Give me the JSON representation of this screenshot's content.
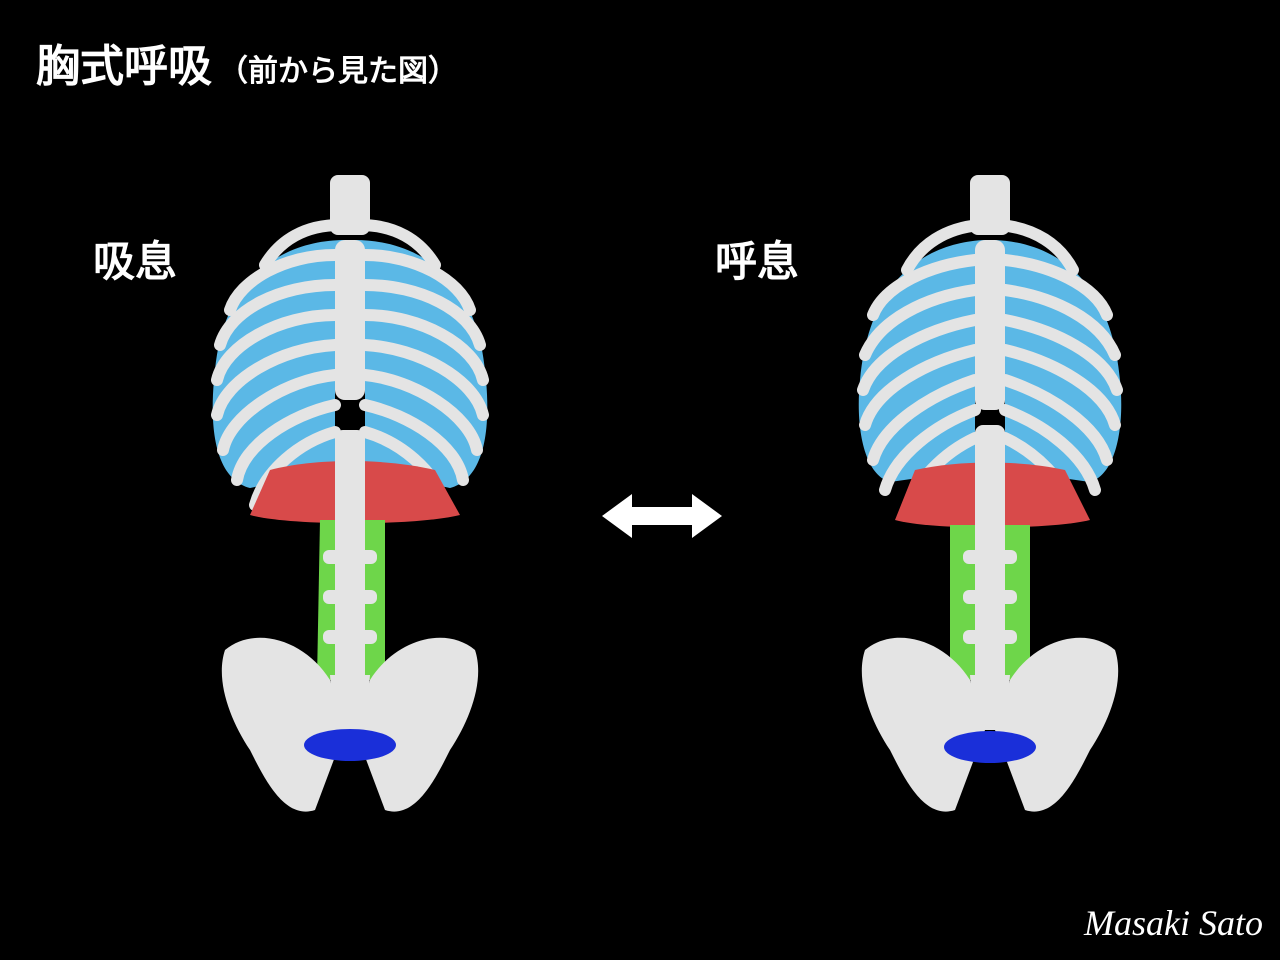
{
  "title": {
    "main": "胸式呼吸",
    "sub": "（前から見た図）"
  },
  "labels": {
    "inhale": "吸息",
    "exhale": "呼息"
  },
  "credit": "Masaki Sato",
  "colors": {
    "background": "#000000",
    "lung": "#5bb8e6",
    "bone": "#e4e4e4",
    "diaphragm": "#d84a4a",
    "psoas": "#6ed64a",
    "pelvic_floor": "#1a2fd9"
  },
  "icons": {
    "arrow": "double-headed-arrow-icon"
  }
}
